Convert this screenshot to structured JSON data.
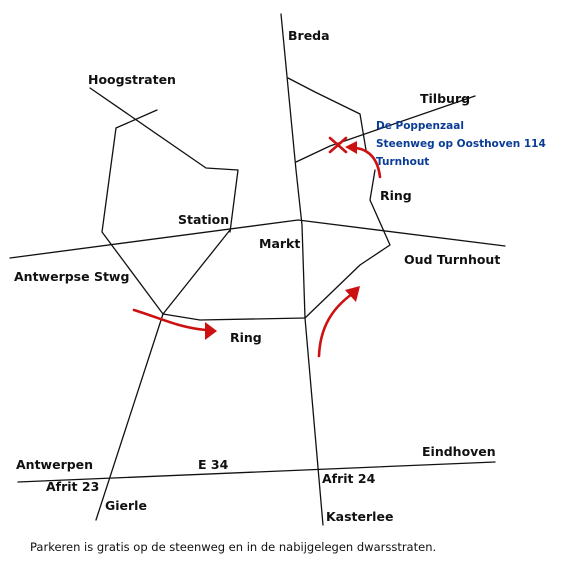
{
  "places": {
    "breda": "Breda",
    "hoogstraten": "Hoogstraten",
    "tilburg": "Tilburg",
    "station": "Station",
    "markt": "Markt",
    "ring_east": "Ring",
    "antwerpse_stwg": "Antwerpse Stwg",
    "oud_turnhout": "Oud Turnhout",
    "ring_south": "Ring",
    "antwerpen": "Antwerpen",
    "e34": "E 34",
    "eindhoven": "Eindhoven",
    "afrit23": "Afrit 23",
    "afrit24": "Afrit 24",
    "gierle": "Gierle",
    "kasterlee": "Kasterlee"
  },
  "destination": {
    "name": "De Poppenzaal",
    "street": "Steenweg op Oosthoven 114",
    "city": "Turnhout"
  },
  "colors": {
    "roads": "#111111",
    "arrows": "#cc1111",
    "destination_text": "#0a3c96"
  },
  "caption": "Parkeren is gratis op de steenweg en in de nabijgelegen dwarsstraten."
}
